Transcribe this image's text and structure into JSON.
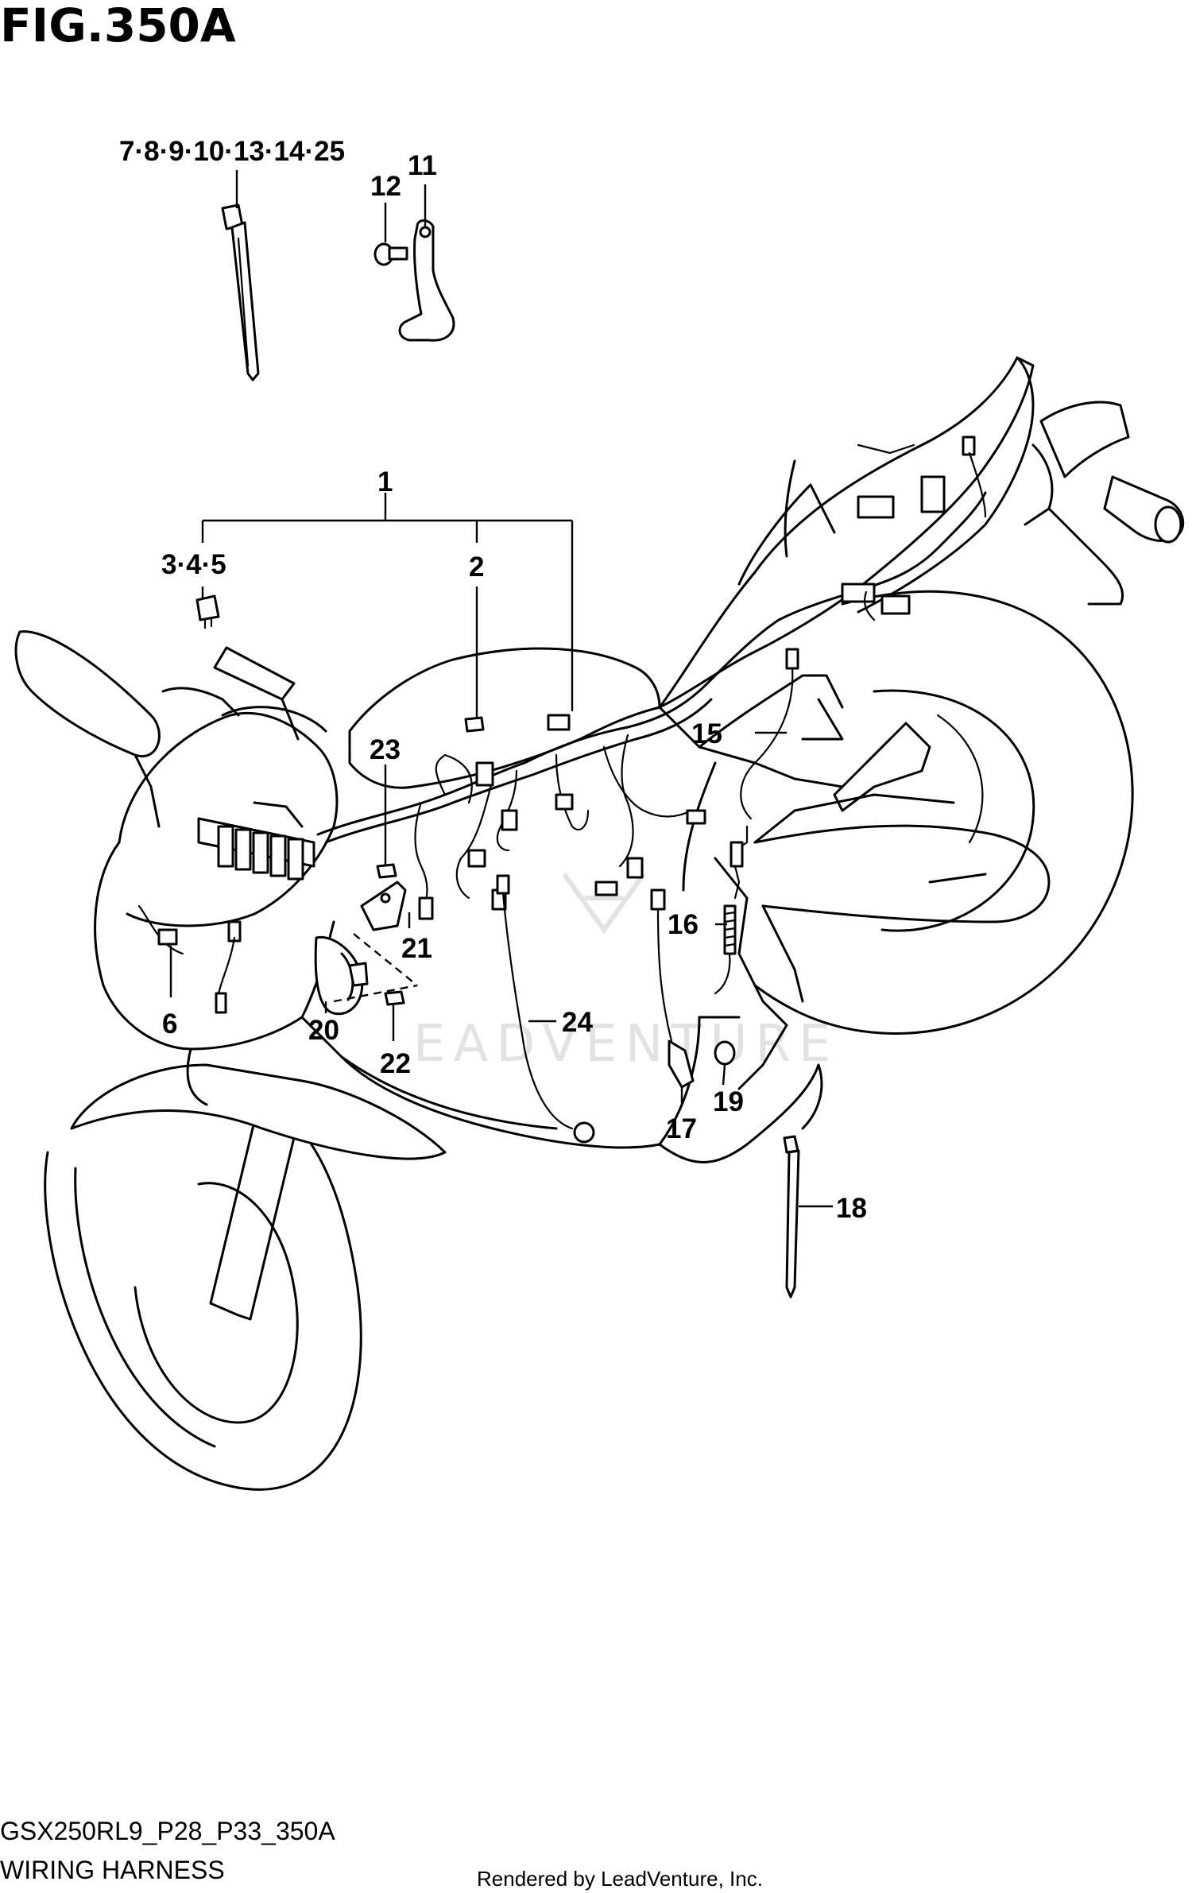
{
  "figure": {
    "title": "FIG.350A",
    "model_code": "GSX250RL9_P28_P33_350A",
    "caption": "WIRING HARNESS",
    "credit": "Rendered by LeadVenture, Inc.",
    "watermark": "EADVENTURE"
  },
  "callouts": [
    {
      "id": "c-7-25",
      "text": "7·8·9·10·13·14·25"
    },
    {
      "id": "c-11",
      "text": "11"
    },
    {
      "id": "c-12",
      "text": "12"
    },
    {
      "id": "c-1",
      "text": "1"
    },
    {
      "id": "c-3-5",
      "text": "3·4·5"
    },
    {
      "id": "c-2",
      "text": "2"
    },
    {
      "id": "c-15",
      "text": "15"
    },
    {
      "id": "c-23",
      "text": "23"
    },
    {
      "id": "c-16",
      "text": "16"
    },
    {
      "id": "c-21",
      "text": "21"
    },
    {
      "id": "c-6",
      "text": "6"
    },
    {
      "id": "c-20",
      "text": "20"
    },
    {
      "id": "c-24",
      "text": "24"
    },
    {
      "id": "c-22",
      "text": "22"
    },
    {
      "id": "c-19",
      "text": "19"
    },
    {
      "id": "c-17",
      "text": "17"
    },
    {
      "id": "c-18",
      "text": "18"
    }
  ]
}
